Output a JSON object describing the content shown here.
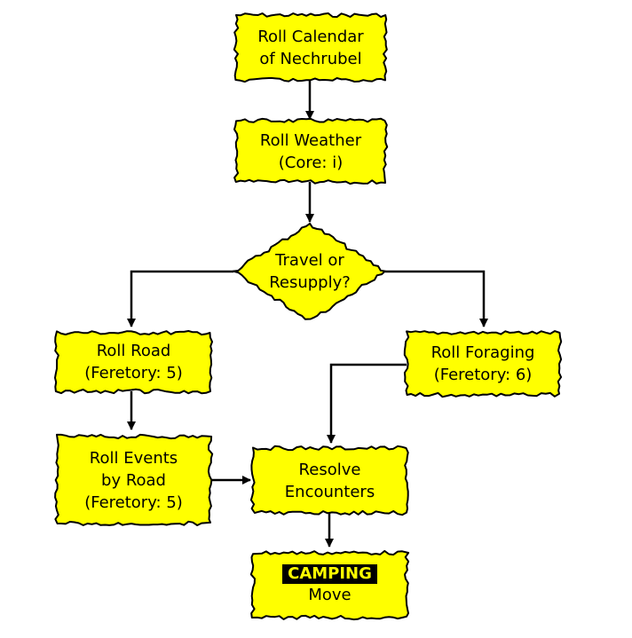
{
  "colors": {
    "node_fill": "#ffff00",
    "node_stroke": "#000000",
    "edge": "#000000",
    "tag_bg": "#000000",
    "tag_fg": "#ffff00"
  },
  "nodes": {
    "calendar": {
      "line1": "Roll Calendar",
      "line2": "of Nechrubel"
    },
    "weather": {
      "line1": "Roll Weather",
      "line2": "(Core: i)"
    },
    "decision": {
      "line1": "Travel or",
      "line2": "Resupply?"
    },
    "road": {
      "line1": "Roll Road",
      "line2": "(Feretory: 5)"
    },
    "foraging": {
      "line1": "Roll Foraging",
      "line2": "(Feretory: 6)"
    },
    "events": {
      "line1": "Roll Events",
      "line2": "by Road",
      "line3": "(Feretory: 5)"
    },
    "encounters": {
      "line1": "Resolve",
      "line2": "Encounters"
    },
    "camping": {
      "tag": "CAMPING",
      "line1": "Move"
    }
  }
}
